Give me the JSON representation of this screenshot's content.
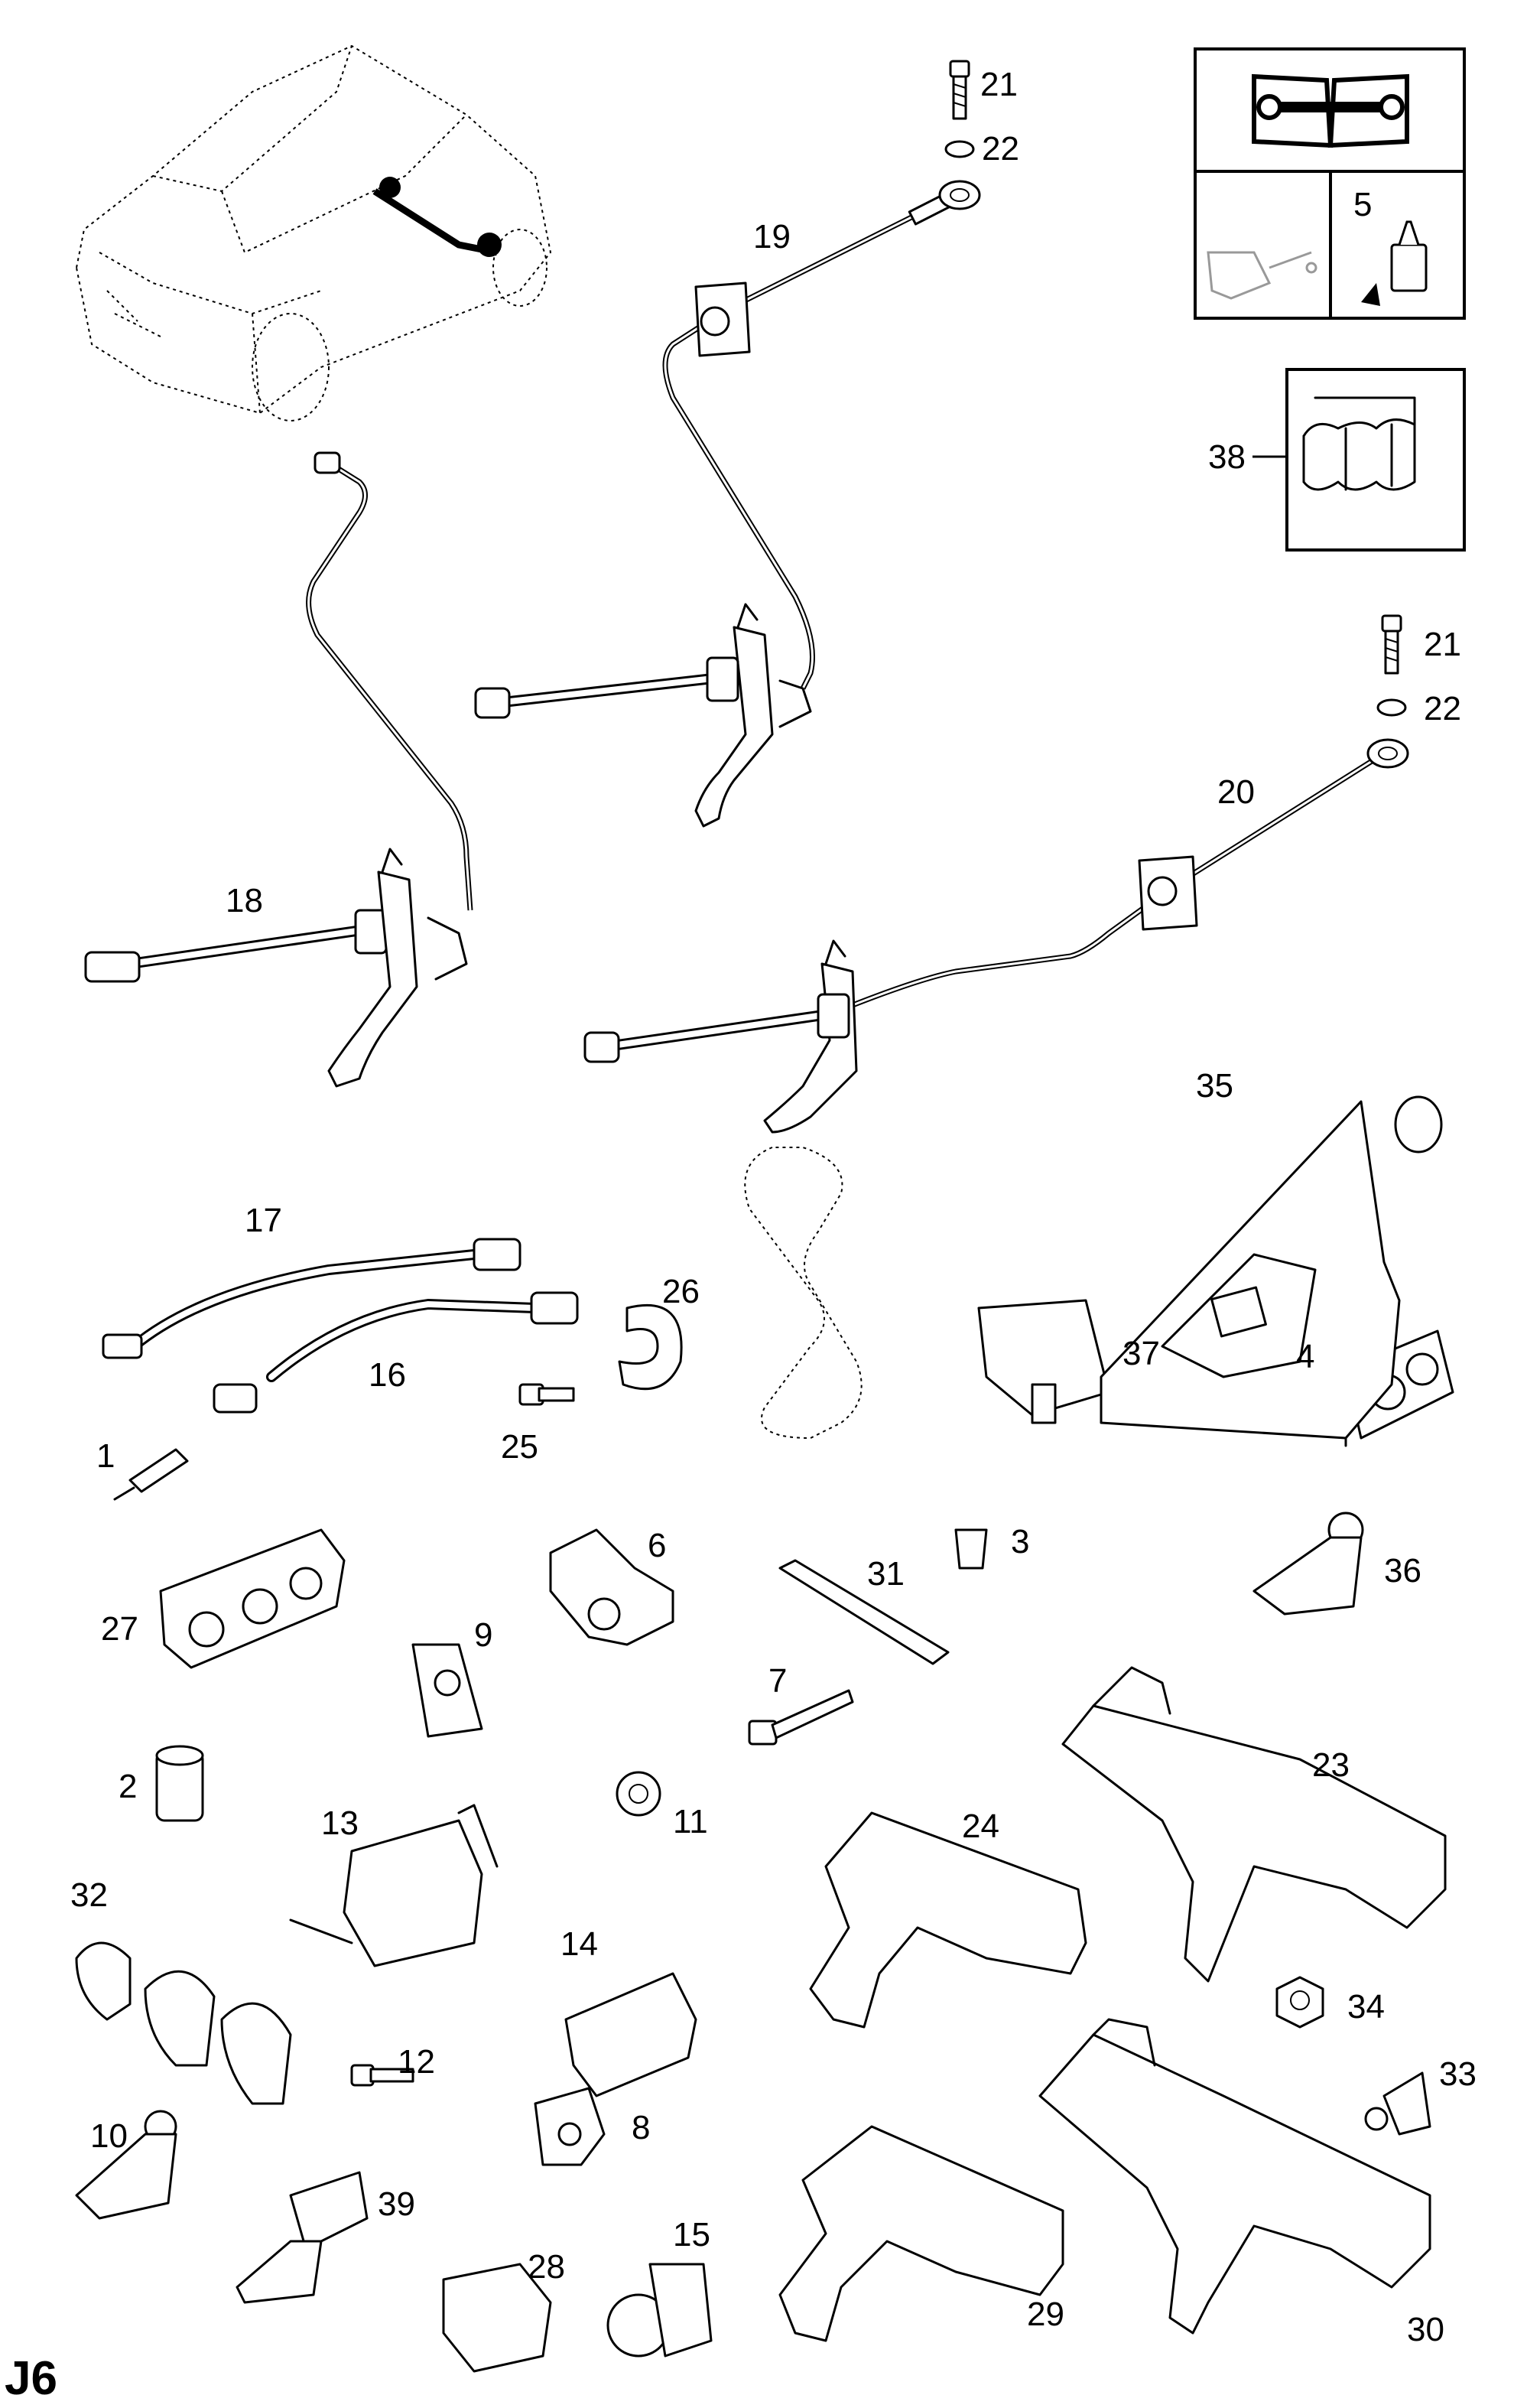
{
  "page_code": "J6",
  "part_numbers": [
    "1",
    "2",
    "3",
    "4",
    "5",
    "6",
    "7",
    "8",
    "9",
    "10",
    "11",
    "12",
    "13",
    "14",
    "15",
    "16",
    "17",
    "18",
    "19",
    "20",
    "21",
    "21",
    "22",
    "22",
    "23",
    "24",
    "25",
    "26",
    "27",
    "28",
    "29",
    "30",
    "31",
    "32",
    "33",
    "34",
    "35",
    "36",
    "37",
    "38",
    "39"
  ],
  "icons": [
    "manual-book-wrench-icon",
    "oil-can-icon",
    "sealant-bottle-icon"
  ]
}
